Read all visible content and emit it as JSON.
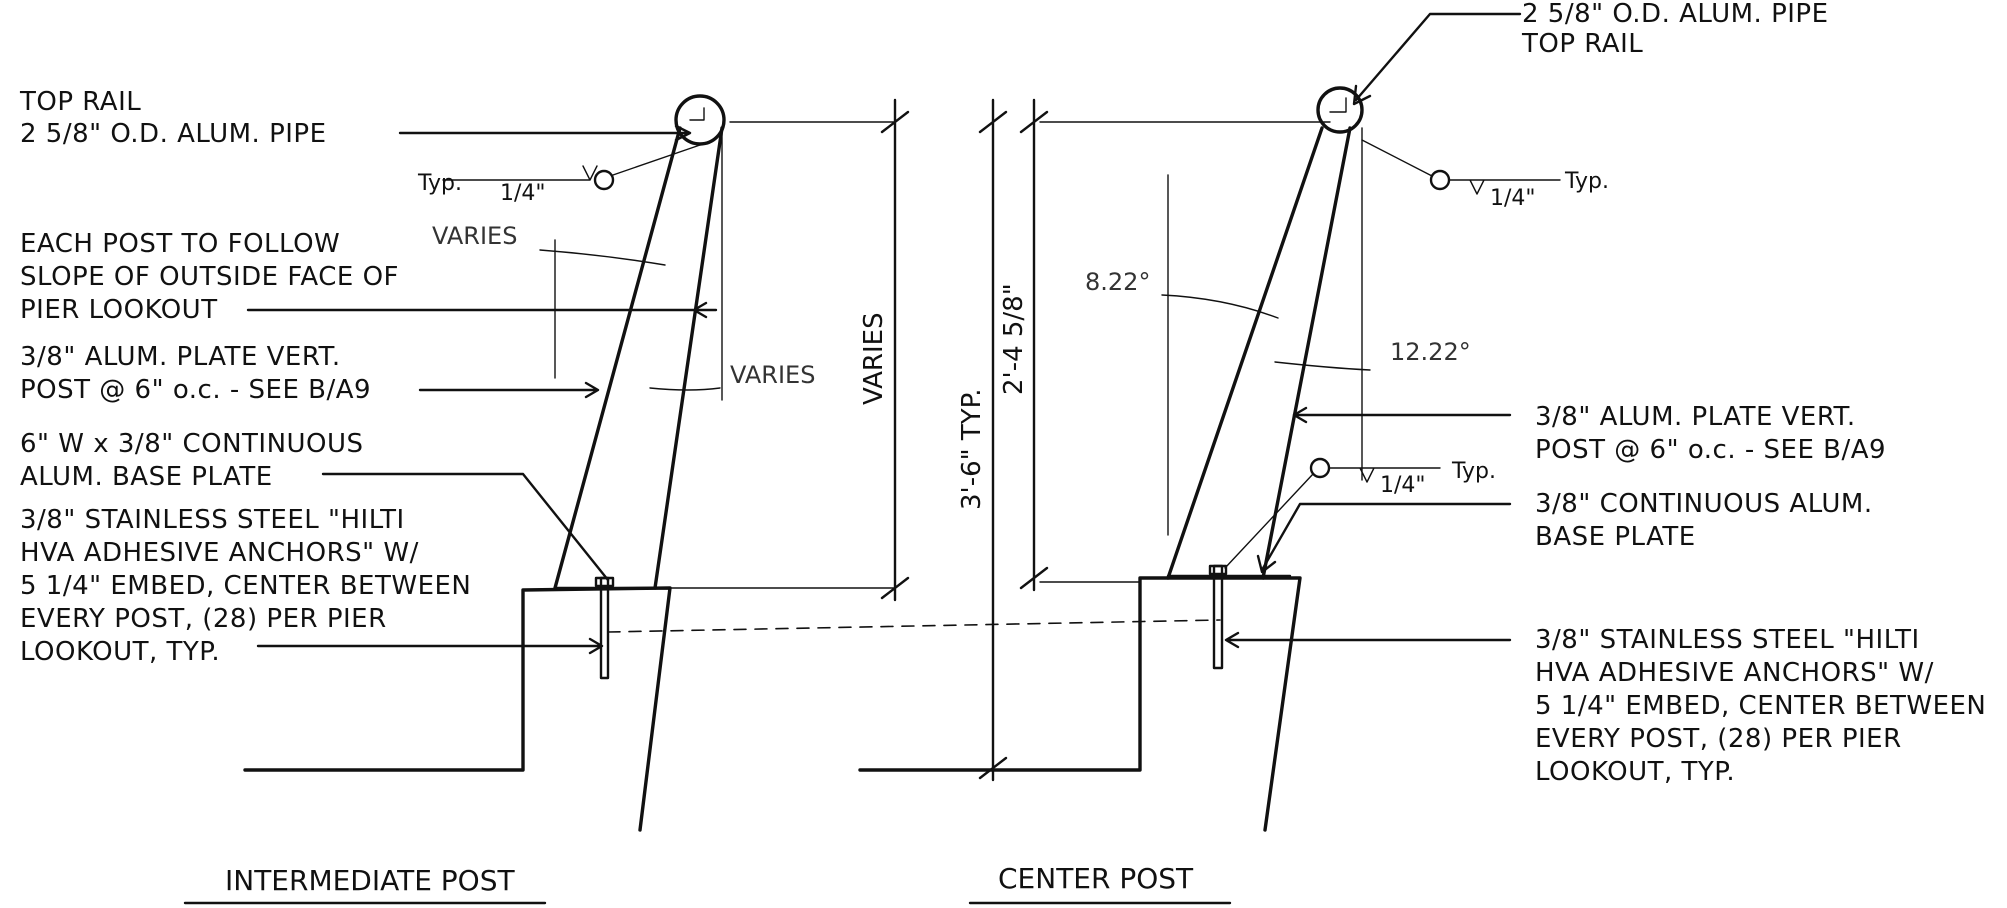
{
  "left": {
    "top_rail_1": "TOP RAIL",
    "top_rail_2": "2 5/8\" O.D. ALUM. PIPE",
    "typ": "Typ.",
    "weld": "1/4\"",
    "each_post_1": "EACH POST TO FOLLOW",
    "each_post_2": "SLOPE OF OUTSIDE FACE OF",
    "each_post_3": "PIER LOOKOUT",
    "varies_top": "VARIES",
    "plate_1": "3/8\" ALUM. PLATE VERT.",
    "plate_2": "POST @ 6\" o.c. - SEE B/A9",
    "varies_mid": "VARIES",
    "base_1": "6\" W x 3/8\" CONTINUOUS",
    "base_2": "ALUM. BASE PLATE",
    "anchor_1": "3/8\" STAINLESS STEEL \"HILTI",
    "anchor_2": "HVA ADHESIVE ANCHORS\" W/",
    "anchor_3": "5 1/4\" EMBED, CENTER BETWEEN",
    "anchor_4": "EVERY POST, (28) PER PIER",
    "anchor_5": "LOOKOUT, TYP.",
    "title": "INTERMEDIATE POST"
  },
  "dims": {
    "varies_vertical": "VARIES",
    "overall": "3'-6\" TYP.",
    "inner": "2'-4 5/8\""
  },
  "right": {
    "pipe_1": "2 5/8\" O.D. ALUM. PIPE",
    "pipe_2": "TOP RAIL",
    "weld_top": "1/4\"",
    "typ_top": "Typ.",
    "angle_1": "8.22°",
    "angle_2": "12.22°",
    "plate_1": "3/8\" ALUM. PLATE VERT.",
    "plate_2": "POST @ 6\" o.c. - SEE B/A9",
    "weld_low": "1/4\"",
    "typ_low": "Typ.",
    "base_1": "3/8\" CONTINUOUS ALUM.",
    "base_2": "BASE PLATE",
    "anchor_1": "3/8\" STAINLESS STEEL \"HILTI",
    "anchor_2": "HVA ADHESIVE ANCHORS\" W/",
    "anchor_3": "5 1/4\" EMBED, CENTER BETWEEN",
    "anchor_4": "EVERY POST, (28) PER PIER",
    "anchor_5": "LOOKOUT, TYP.",
    "title": "CENTER POST"
  }
}
